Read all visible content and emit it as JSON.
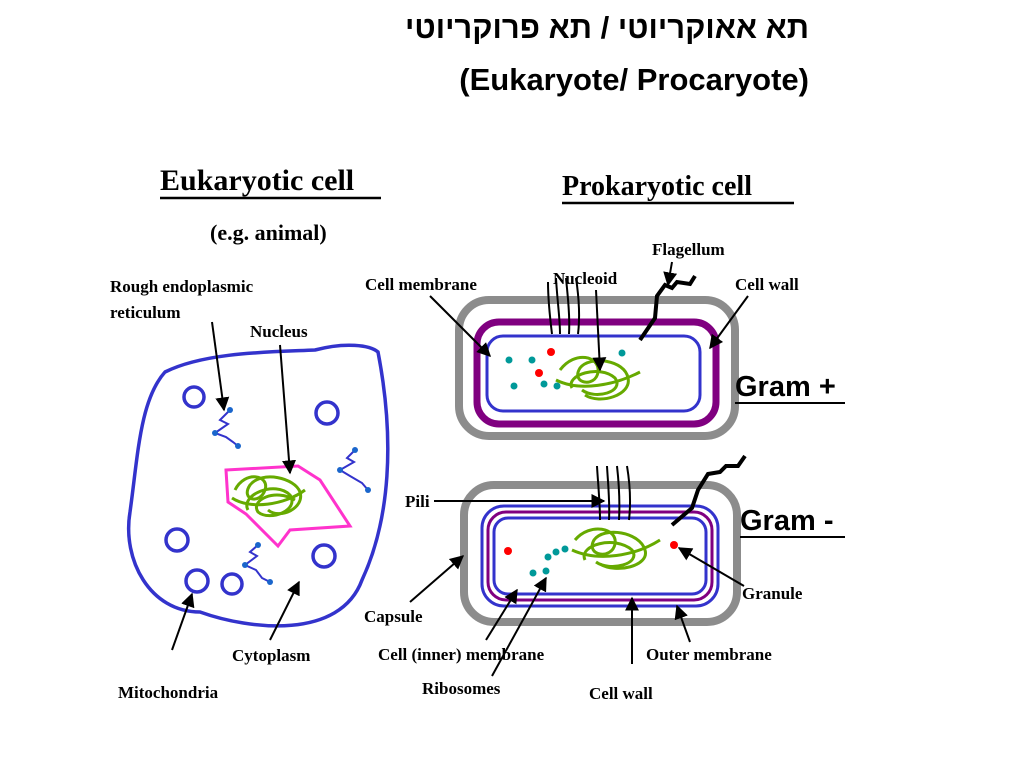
{
  "slide": {
    "title_hebrew": "תא אאוקריוטי / תא פרוקריוטי",
    "title_english": "(Eukaryote/ Procaryote)"
  },
  "eukaryote": {
    "heading": "Eukaryotic cell",
    "subheading": "(e.g. animal)",
    "labels": {
      "rer_line1": "Rough endoplasmic",
      "rer_line2": "reticulum",
      "nucleus": "Nucleus",
      "cytoplasm": "Cytoplasm",
      "mitochondria": "Mitochondria"
    }
  },
  "prokaryote": {
    "heading": "Prokaryotic cell",
    "labels": {
      "cell_membrane": "Cell membrane",
      "nucleoid": "Nucleoid",
      "flagellum": "Flagellum",
      "cell_wall_top": "Cell wall",
      "gram_pos": "Gram +",
      "gram_neg": "Gram -",
      "pili": "Pili",
      "capsule": "Capsule",
      "inner_membrane": "Cell (inner) membrane",
      "ribosomes": "Ribosomes",
      "cell_wall_bottom": "Cell wall",
      "outer_membrane": "Outer membrane",
      "granule": "Granule"
    }
  },
  "colors": {
    "membrane_blue": "#3333cc",
    "wall_gray": "#8c8c8c",
    "gram_pos_wall": "#800080",
    "nucleus_pink": "#ff33cc",
    "dna_green": "#66aa00",
    "ribosome_teal": "#009999",
    "granule_red": "#ff0000"
  }
}
